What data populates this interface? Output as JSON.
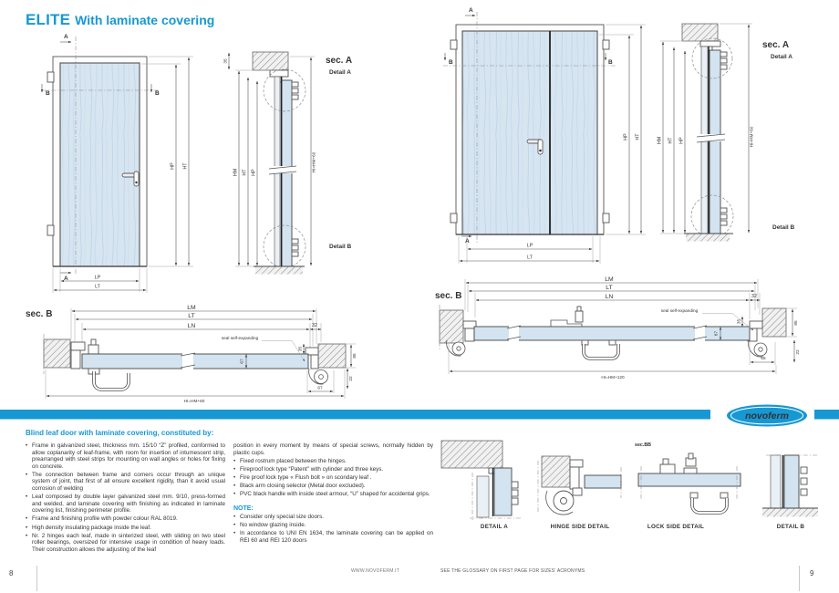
{
  "header": {
    "title": "ELITE",
    "subtitle": "With laminate covering"
  },
  "brand": {
    "name": "novoferm"
  },
  "colors": {
    "accent": "#1798d3",
    "leaf": "#d3e3ef",
    "line": "#555555"
  },
  "single": {
    "secA": "A",
    "secB": "B",
    "hp": "HP",
    "ht": "HT",
    "lp": "LP",
    "lt": "LT"
  },
  "vsec_left": {
    "title": "sec. A",
    "detailA": "Detail A",
    "detailB": "Detail B",
    "hm": "HM",
    "ht": "HT",
    "hp": "HP",
    "hi": "HI=HM+60",
    "d35": "35"
  },
  "hsec_left": {
    "title": "sec. B",
    "lm": "LM",
    "lt": "LT",
    "ln": "LN",
    "d32": "32",
    "d35": "35",
    "d67": "67",
    "d85": "85",
    "d22": "22",
    "d67b": "67",
    "hi": "HI=HM+60",
    "seal": "seal self-expanding"
  },
  "double": {
    "secA": "A",
    "secB": "B",
    "hp": "HP",
    "ht": "HT",
    "lp": "LP",
    "lt": "LT"
  },
  "vsec_right": {
    "title": "sec. A",
    "detailA": "Detail A",
    "detailB": "Detail B",
    "hm": "HM",
    "ht": "HT",
    "hp": "HP",
    "hi": "HI=HM+60"
  },
  "hsec_right": {
    "title": "sec. B",
    "lm": "LM",
    "lt": "LT",
    "ln": "LN",
    "d32": "32",
    "d35": "35",
    "d67": "67",
    "d85": "85",
    "d22": "22",
    "d65": "65",
    "hi": "HI=HM+120",
    "seal": "seal self-expanding"
  },
  "details": {
    "secBB": "sec.BB",
    "detailA": "DETAIL  A",
    "hinge": "HINGE SIDE DETAIL",
    "lock": "LOCK SIDE DETAIL",
    "detailB": "DETAIL  B"
  },
  "description": {
    "heading": "Blind leaf door with laminate covering, constituted by:",
    "col1": [
      "Frame in galvanized steel, thickness mm. 15/10 “Z” profiled, conformed to allow coplanarity of leaf-frame, with room for insertion of intumescent strip, prearranged with steel strips for mounting on wall angles or holes for fixing on concrete.",
      "The connection between frame and corners occur through an unique system of joint, that first of all ensure excellent rigidity, than it avoid usual corrosion of welding",
      "Leaf composed by double layer galvanized steel mm. 9/10, press-formed and welded, and laminate covering with finishing as indicated in laminate covering list, finishing perimeter profile.",
      "Frame and finishing profile with powder colour RAL 8019.",
      "High density insulating package inside the leaf.",
      "Nr. 2 hinges each leaf, made in sinterized steel, with sliding on two steel roller bearings, oversized for intensive usage in condition of heavy loads. Their construction allows the adjusting of the leaf"
    ],
    "col2_intro": "position in every moment by means of special screws, normally hidden by plastic cups.",
    "col2": [
      "Fixed rostrum placed between the hinges.",
      "Fireproof lock type “Patent” with cylinder and three keys.",
      "Fire proof lock type « Flush bolt » on scondary leaf .",
      "Black arm closing selector (Metal door excluded).",
      "PVC black handle with inside steel armour, “U” shaped for accidental grips."
    ],
    "note_title": "NOTE:",
    "notes": [
      "Consider only special size doors.",
      "No window glazing inside.",
      "In accordance to UNI EN 1634, the laminate covering can be applied on REI 60 and REI 120 doors"
    ]
  },
  "footer": {
    "page_left": "8",
    "page_right": "9",
    "site": "WWW.NOVOFERM.IT",
    "glossary": "SEE THE GLOSSARY ON FIRST PAGE FOR SIZES' ACRONYMS"
  }
}
